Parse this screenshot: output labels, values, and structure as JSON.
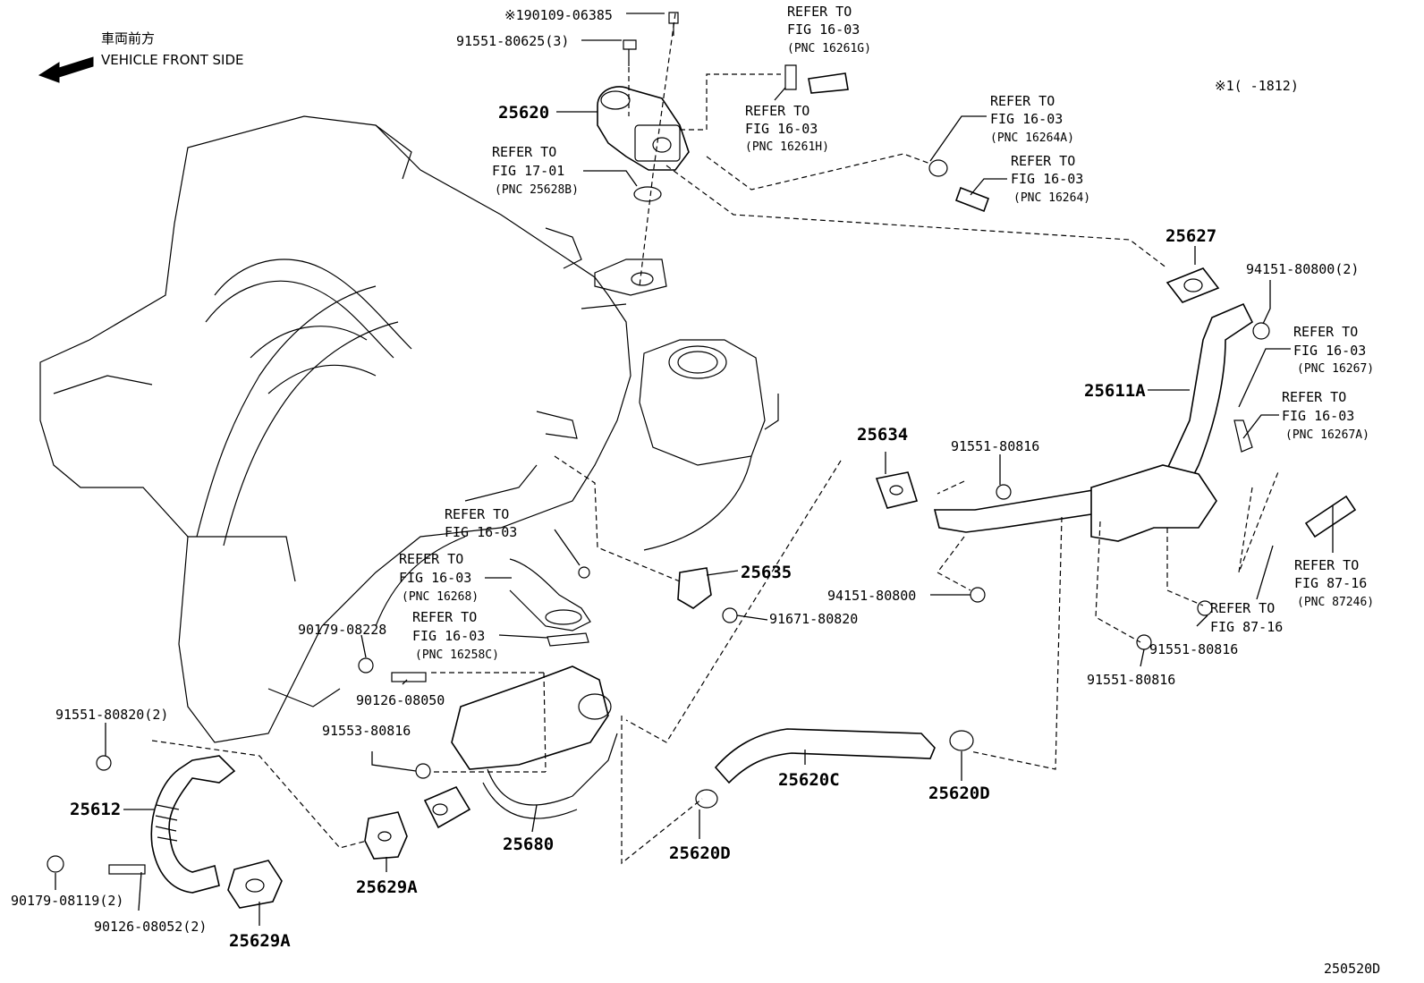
{
  "header": {
    "front_jp": "車両前方",
    "front_en": "VEHICLE FRONT SIDE",
    "note_ref": "※1(     -1812)",
    "figure_id": "250520D"
  },
  "parts": {
    "p190109": "※190109-06385",
    "p91551_80625": "91551-80625(3)",
    "p25620": "25620",
    "p25627": "25627",
    "p94151_80800_2": "94151-80800(2)",
    "p25611A": "25611A",
    "p25634": "25634",
    "p91551_80816_a": "91551-80816",
    "p25635": "25635",
    "p94151_80800": "94151-80800",
    "p91671_80820": "91671-80820",
    "p90179_08228": "90179-08228",
    "p90126_08050": "90126-08050",
    "p91553_80816": "91553-80816",
    "p91551_80820_2": "91551-80820(2)",
    "p25612": "25612",
    "p90179_08119_2": "90179-08119(2)",
    "p90126_08052_2": "90126-08052(2)",
    "p25629A_a": "25629A",
    "p25629A_b": "25629A",
    "p25680": "25680",
    "p25620C": "25620C",
    "p25620D_a": "25620D",
    "p25620D_b": "25620D",
    "p91551_80816_b": "91551-80816",
    "p91551_80816_c": "91551-80816"
  },
  "refs": {
    "r16261G": [
      "REFER TO",
      "FIG 16-03",
      "(PNC 16261G)"
    ],
    "r16261H": [
      "REFER TO",
      "FIG 16-03",
      "(PNC 16261H)"
    ],
    "r16264A": [
      "REFER TO",
      "FIG 16-03",
      "(PNC 16264A)"
    ],
    "r16264": [
      "REFER TO",
      "FIG 16-03",
      "(PNC 16264)"
    ],
    "r25628B": [
      "REFER TO",
      "FIG 17-01",
      "(PNC 25628B)"
    ],
    "r16267": [
      "REFER TO",
      "FIG 16-03",
      "(PNC 16267)"
    ],
    "r16267A": [
      "REFER TO",
      "FIG 16-03",
      "(PNC 16267A)"
    ],
    "r1603": [
      "REFER TO",
      "FIG 16-03"
    ],
    "r16268": [
      "REFER TO",
      "FIG 16-03",
      "(PNC 16268)"
    ],
    "r16258C": [
      "REFER TO",
      "FIG 16-03",
      "(PNC 16258C)"
    ],
    "r87246": [
      "REFER TO",
      "FIG 87-16",
      "(PNC 87246)"
    ],
    "r8716": [
      "REFER TO",
      "FIG 87-16"
    ]
  }
}
